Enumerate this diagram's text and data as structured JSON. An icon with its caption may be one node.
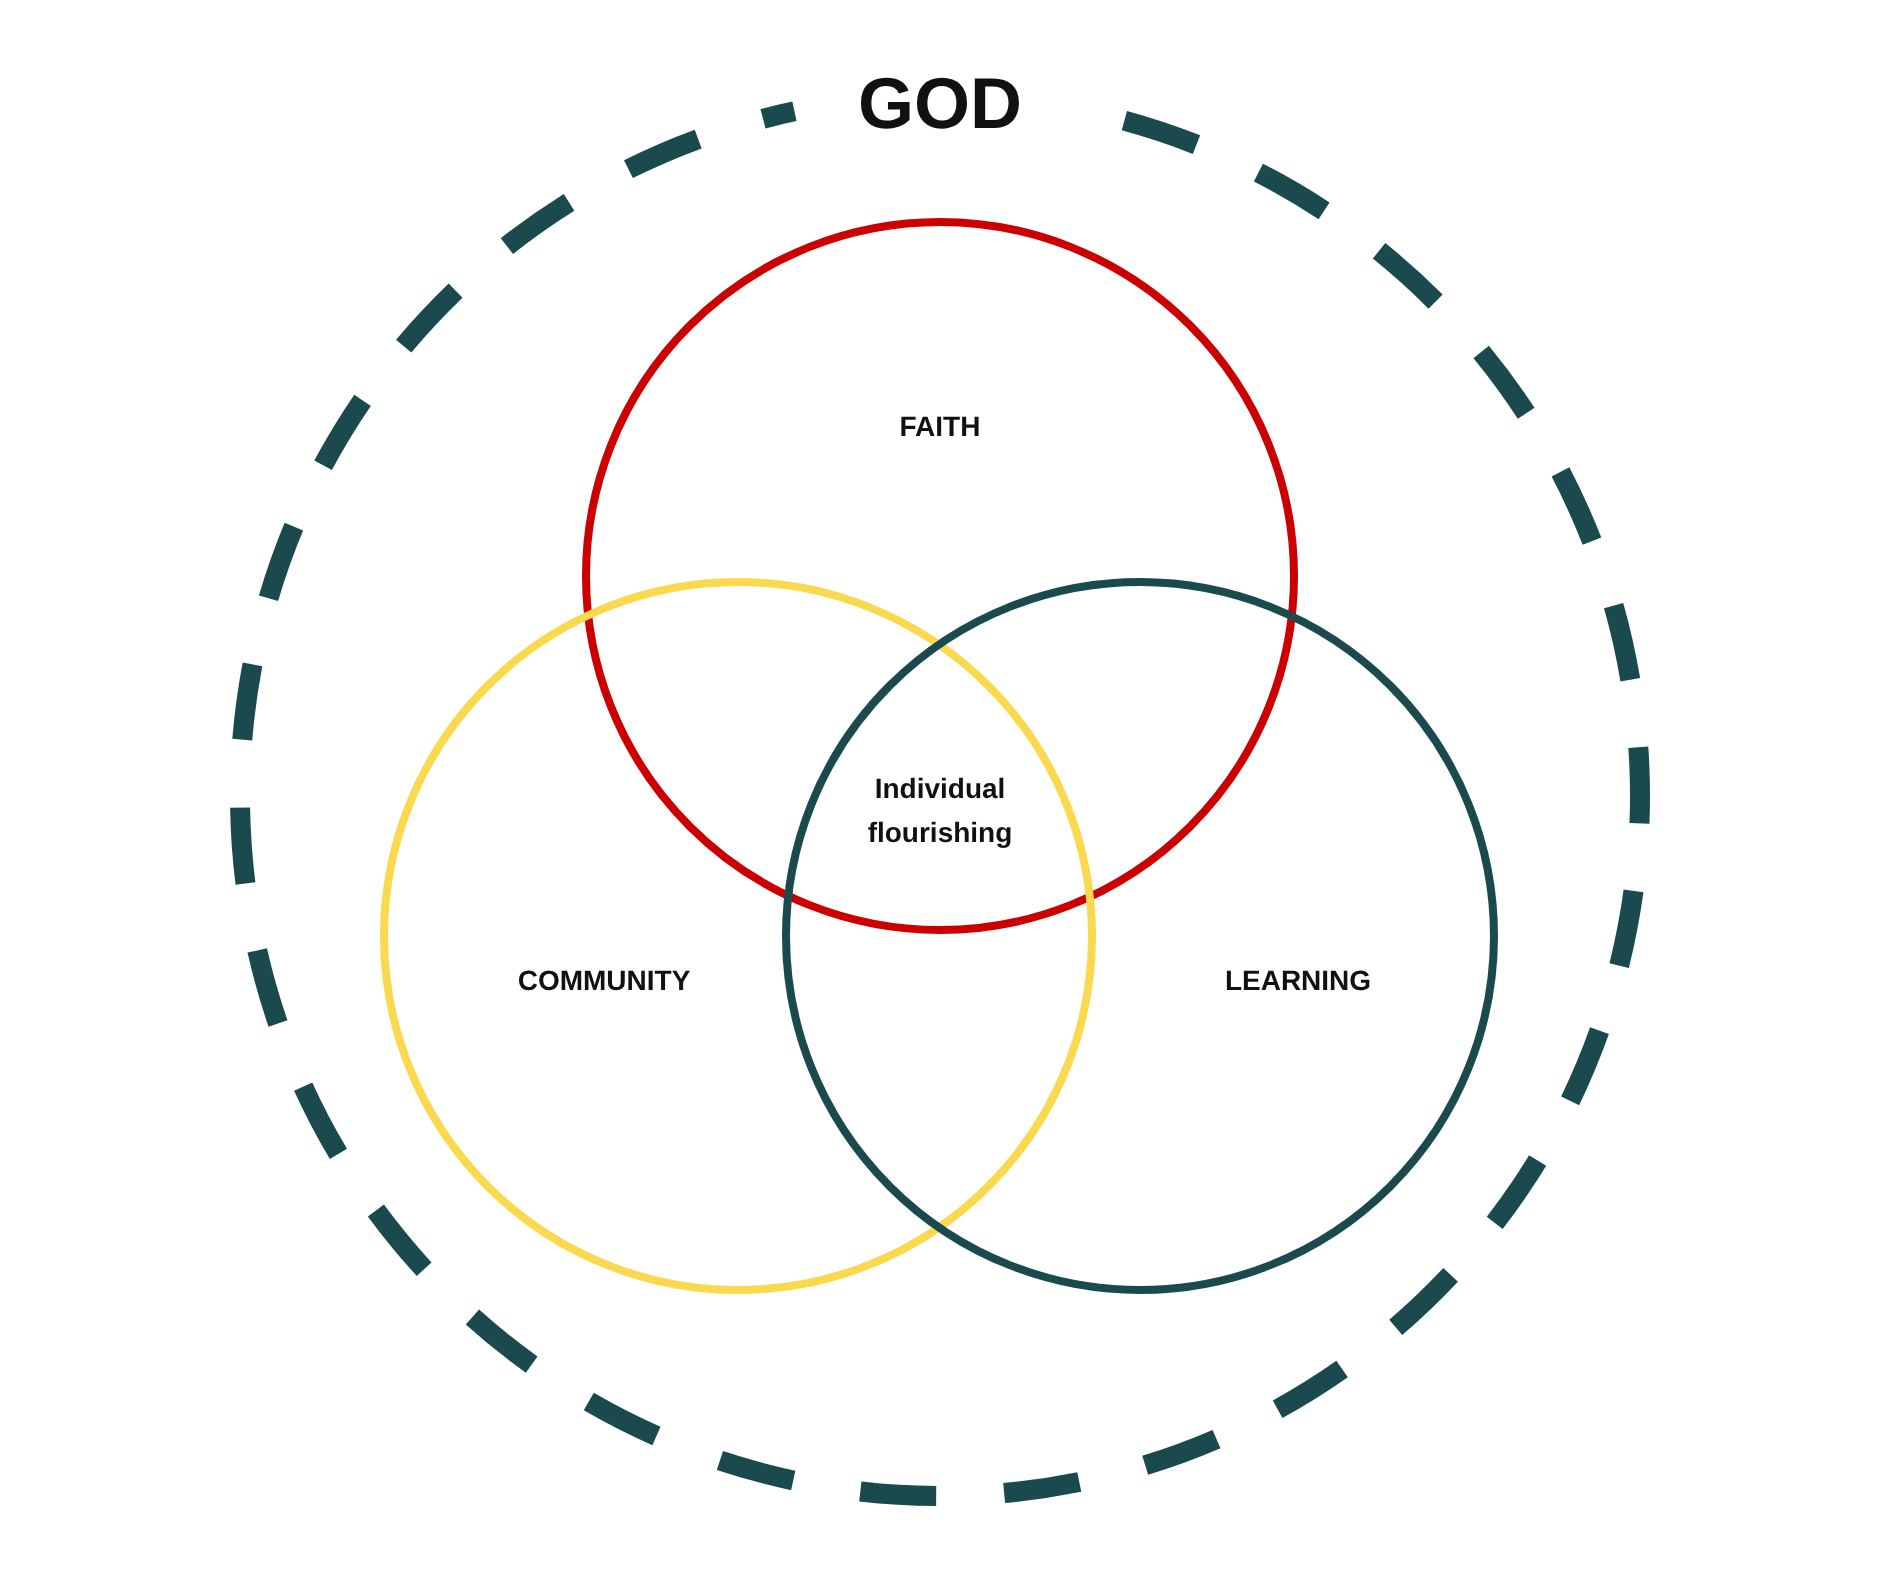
{
  "diagram": {
    "nodes": [
      {
        "text": [
          "GOD"
        ]
      },
      {
        "text": [
          "FAITH"
        ],
        "in": 0
      },
      {
        "text": [
          "COMMUNITY"
        ],
        "in": 0
      },
      {
        "text": [
          "LEARNING"
        ],
        "in": 0
      }
    ],
    "labels": [
      "Individual flourishing"
    ]
  }
}
